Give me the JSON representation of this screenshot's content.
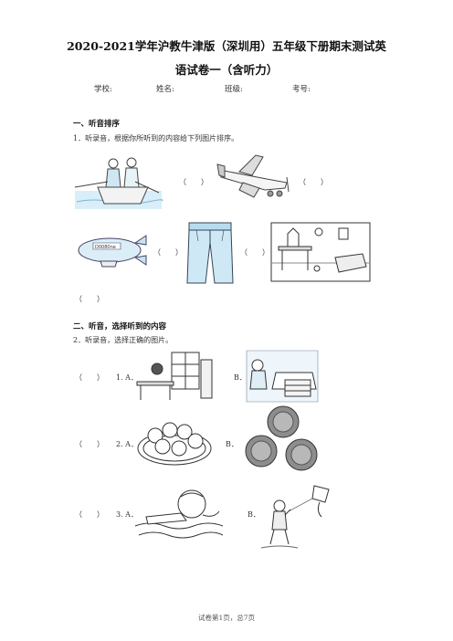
{
  "doc": {
    "title_line1": "2020-2021学年沪教牛津版（深圳用）五年级下册期末测试英",
    "title_line2": "语试卷一（含听力）",
    "info": {
      "school": "学校:",
      "name": "姓名:",
      "class": "班级:",
      "number": "考号:"
    }
  },
  "section1": {
    "heading": "一、听音排序",
    "question": "1．听录音，根据你所听到的内容给下列图片排序。",
    "paren": "（　　）",
    "pictures": [
      "boat-icon",
      "plane-icon",
      "airship-icon",
      "trousers-icon",
      "study-room-icon"
    ]
  },
  "section2": {
    "heading": "二、听音，选择听到的内容",
    "question": "2．听录音，选择正确的图片。",
    "paren": "（　　）",
    "items": [
      {
        "number": "1. A．",
        "option_b": "B．",
        "a_icon": "study-desk-icon",
        "b_icon": "sofa-room-icon"
      },
      {
        "number": "2. A．",
        "option_b": "B．",
        "a_icon": "dumplings-icon",
        "b_icon": "mooncakes-icon"
      },
      {
        "number": "3. A．",
        "option_b": "B．",
        "a_icon": "swimmer-icon",
        "b_icon": "kite-boy-icon"
      }
    ]
  },
  "footer": "试卷第1页，总7页"
}
